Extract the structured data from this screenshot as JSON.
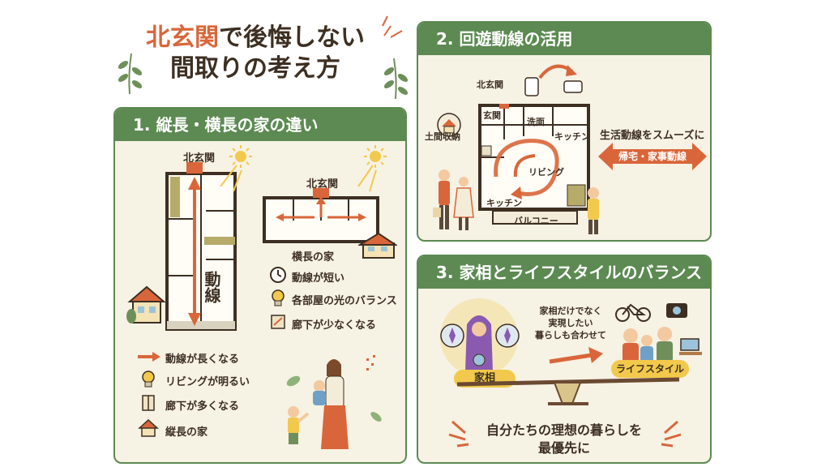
{
  "title": {
    "line1_accent": "北玄関",
    "line1_rest": "で後悔しない",
    "line2": "間取りの考え方"
  },
  "panel1": {
    "heading": "1. 縦長・横長の家の違い",
    "tall_house": {
      "north_entrance": "北玄関",
      "flow": "動線"
    },
    "wide_house": {
      "north_entrance": "北玄関",
      "name": "横長の家",
      "points": [
        "動線が短い",
        "各部屋の光のバランス",
        "廊下が少なくなる"
      ]
    },
    "legend": [
      "動線が長くなる",
      "リビングが明るい",
      "廊下が多くなる",
      "縦長の家"
    ]
  },
  "panel2": {
    "heading": "2. 回遊動線の活用",
    "plan": {
      "north_entrance": "北玄関",
      "entrance": "玄関",
      "wash": "洗面",
      "kitchen_top": "キッチン",
      "storage": "土間収納",
      "living": "リビング",
      "kitchen_bottom": "キッチン",
      "balcony": "バルコニー"
    },
    "caption": "生活動線をスムーズに",
    "arrow_label": "帰宅・家事動線"
  },
  "panel3": {
    "heading": "3. 家相とライフスタイルのバランス",
    "speech": [
      "家相だけでなく",
      "実現したい",
      "暮らしも合わせて"
    ],
    "left_tag": "家相",
    "right_tag": "ライフスタイル",
    "conclusion": [
      "自分たちの理想の暮らしを",
      "最優先に"
    ]
  },
  "colors": {
    "green": "#5c8a52",
    "orange": "#d9663a",
    "cream": "#f6f2e4",
    "yellow": "#f2c94c"
  }
}
